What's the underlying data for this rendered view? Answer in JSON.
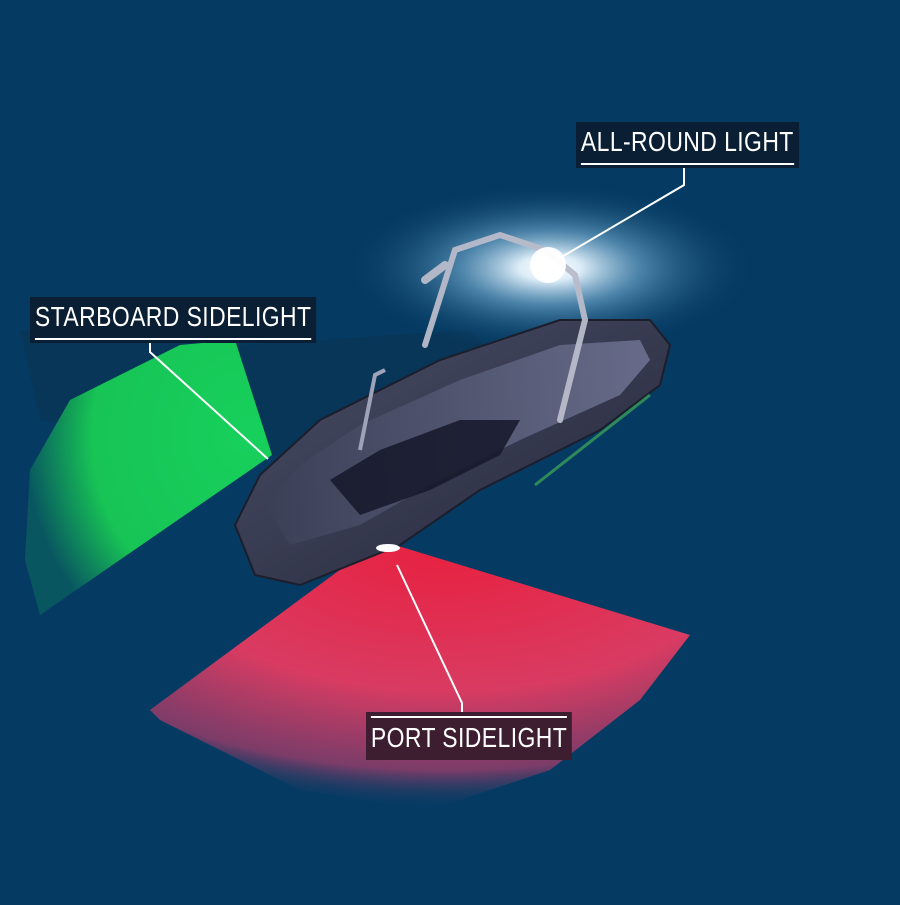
{
  "diagram": {
    "background_color": "#053b63",
    "subject": "boat-navigation-lights",
    "labels": [
      {
        "id": "all-round",
        "text": "ALL-ROUND LIGHT",
        "color": "#ffffff"
      },
      {
        "id": "starboard",
        "text": "STARBOARD SIDELIGHT",
        "color": "#17c455"
      },
      {
        "id": "port",
        "text": "PORT SIDELIGHT",
        "color": "#e0284f"
      }
    ],
    "light_colors": {
      "all_round": "#e8f6ff",
      "starboard": "#17c455",
      "port": "#e0284f"
    }
  }
}
